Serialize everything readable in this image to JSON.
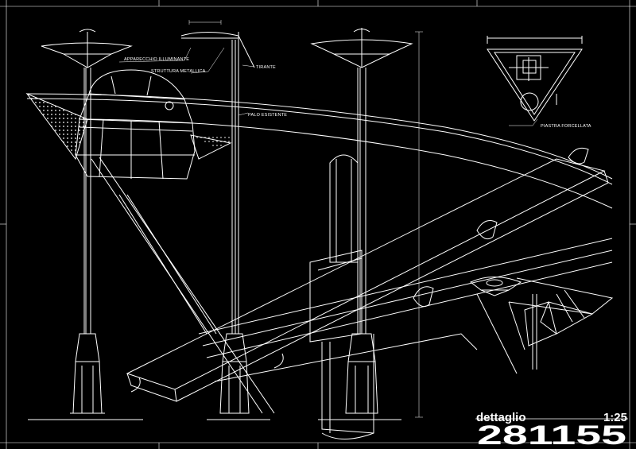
{
  "drawing": {
    "labels": {
      "lighting_fixture": "APPARECCHIO ILLUMINANTE",
      "metal_structure": "STRUTTURA METALLICA",
      "tie_rod": "TIRANTE",
      "pole": "PALO ESISTENTE",
      "forked_plate": "PIASTRA FORCELLATA"
    },
    "title_block": {
      "caption": "dettaglio",
      "scale": "1:25",
      "code": "281155"
    }
  },
  "colors": {
    "line": "#ffffff",
    "background": "#000000"
  }
}
